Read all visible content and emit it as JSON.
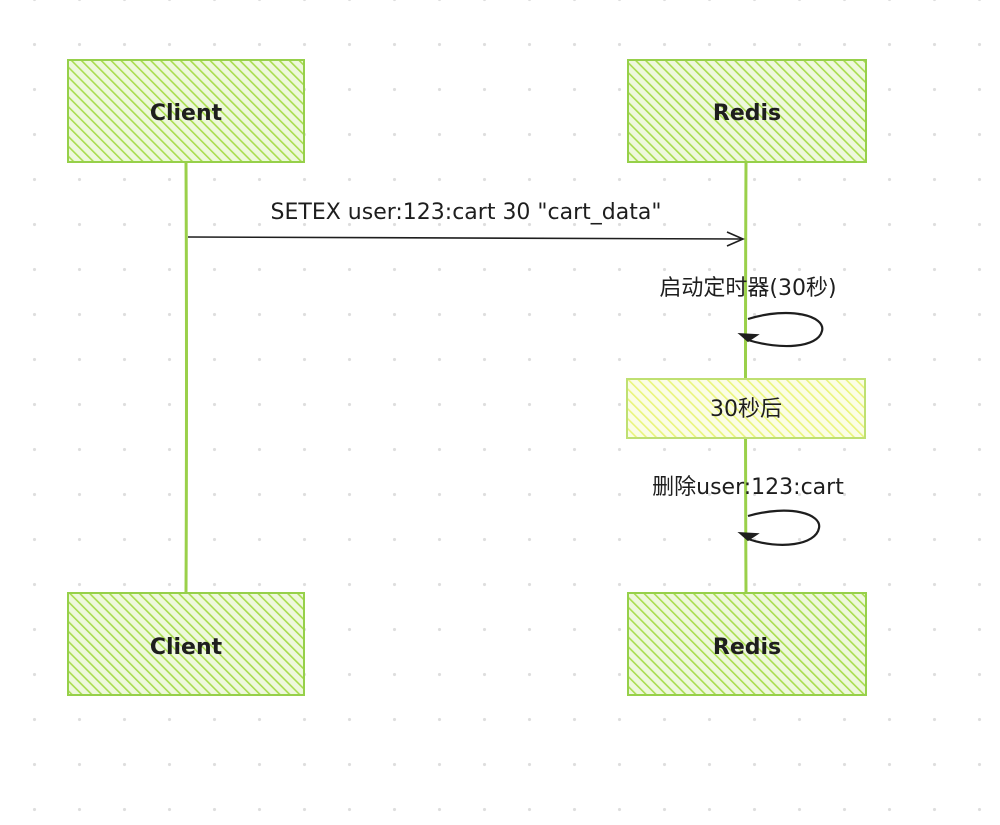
{
  "participants": {
    "client_top": "Client",
    "redis_top": "Redis",
    "client_bottom": "Client",
    "redis_bottom": "Redis"
  },
  "messages": {
    "setex": "SETEX user:123:cart 30 \"cart_data\"",
    "start_timer": "启动定时器(30秒)",
    "delete_key": "删除user:123:cart"
  },
  "note": {
    "after_30s": "30秒后"
  },
  "colors": {
    "participant_fill": "#a9dd4f",
    "participant_stroke": "#96d04a",
    "lifeline": "#9ad04a",
    "note_fill": "#eaf57a",
    "note_stroke": "#bfe072",
    "arrow": "#1e1e1e"
  }
}
